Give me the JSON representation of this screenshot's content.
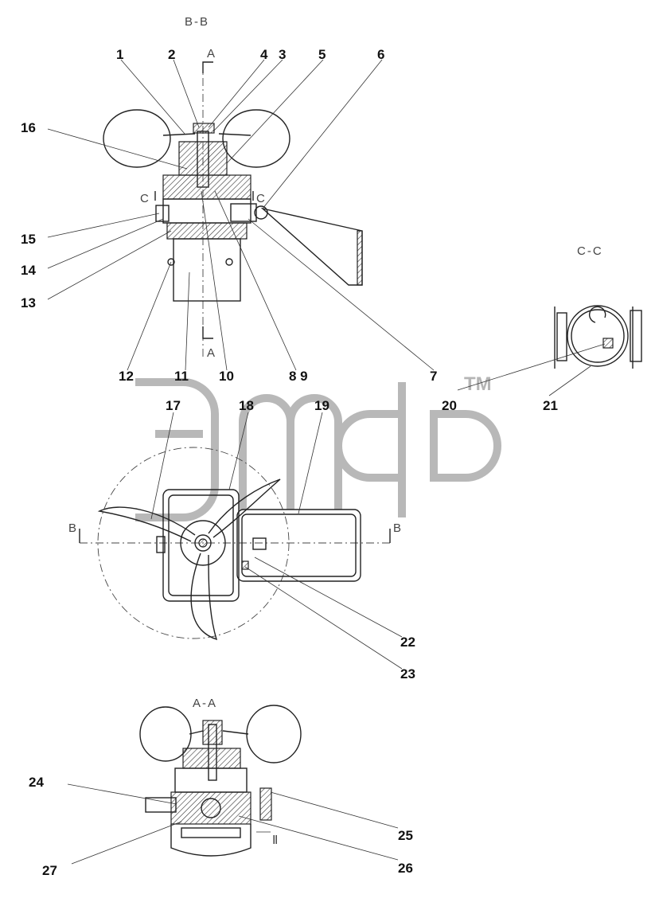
{
  "sections": {
    "bb": "B-B",
    "cc": "C-C",
    "aa": "A-A",
    "cut_a": "A",
    "cut_b": "B",
    "cut_c": "C",
    "detail": "Ⅱ"
  },
  "watermark": {
    "tm": "TM"
  },
  "callouts": [
    "1",
    "2",
    "3",
    "4",
    "5",
    "6",
    "7",
    "8 9",
    "10",
    "11",
    "12",
    "13",
    "14",
    "15",
    "16",
    "17",
    "18",
    "19",
    "20",
    "21",
    "22",
    "23",
    "24",
    "25",
    "26",
    "27"
  ]
}
